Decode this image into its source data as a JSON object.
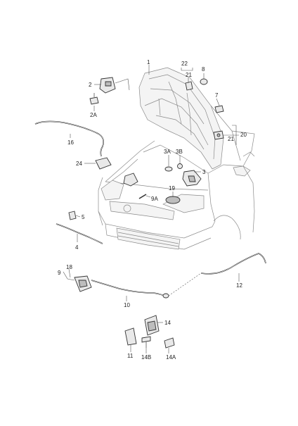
{
  "diagram": {
    "callouts": [
      {
        "id": "c1",
        "text": "1"
      },
      {
        "id": "c22",
        "text": "22"
      },
      {
        "id": "c8",
        "text": "8"
      },
      {
        "id": "c21a",
        "text": "21"
      },
      {
        "id": "c2",
        "text": "2"
      },
      {
        "id": "c2a",
        "text": "2A"
      },
      {
        "id": "c7",
        "text": "7"
      },
      {
        "id": "c20",
        "text": "20"
      },
      {
        "id": "c21b",
        "text": "21"
      },
      {
        "id": "c16",
        "text": "16"
      },
      {
        "id": "c24",
        "text": "24"
      },
      {
        "id": "c3a",
        "text": "3A"
      },
      {
        "id": "c3b",
        "text": "3B"
      },
      {
        "id": "c3",
        "text": "3"
      },
      {
        "id": "c19",
        "text": "19"
      },
      {
        "id": "c9a",
        "text": "9A"
      },
      {
        "id": "c5",
        "text": "5"
      },
      {
        "id": "c4",
        "text": "4"
      },
      {
        "id": "c9",
        "text": "9"
      },
      {
        "id": "c18",
        "text": "18"
      },
      {
        "id": "c10",
        "text": "10"
      },
      {
        "id": "c12",
        "text": "12"
      },
      {
        "id": "c14",
        "text": "14"
      },
      {
        "id": "c11",
        "text": "11"
      },
      {
        "id": "c14b",
        "text": "14B"
      },
      {
        "id": "c14a",
        "text": "14A"
      }
    ]
  }
}
